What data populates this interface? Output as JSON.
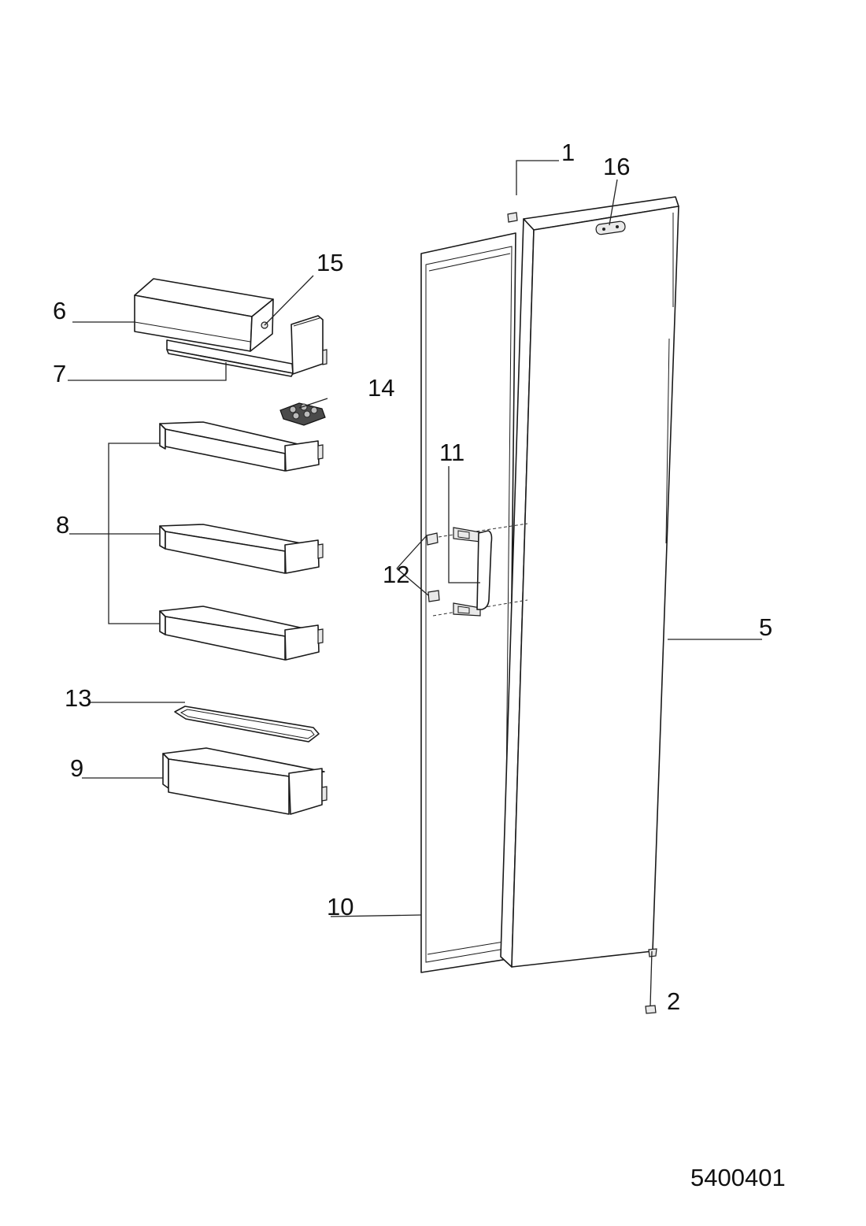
{
  "diagram": {
    "drawing_number": "5400401",
    "callouts": [
      {
        "id": "1",
        "label": "1"
      },
      {
        "id": "2",
        "label": "2"
      },
      {
        "id": "5",
        "label": "5"
      },
      {
        "id": "6",
        "label": "6"
      },
      {
        "id": "7",
        "label": "7"
      },
      {
        "id": "8",
        "label": "8"
      },
      {
        "id": "9",
        "label": "9"
      },
      {
        "id": "10",
        "label": "10"
      },
      {
        "id": "11",
        "label": "11"
      },
      {
        "id": "12",
        "label": "12"
      },
      {
        "id": "13",
        "label": "13"
      },
      {
        "id": "14",
        "label": "14"
      },
      {
        "id": "15",
        "label": "15"
      },
      {
        "id": "16",
        "label": "16"
      }
    ]
  }
}
